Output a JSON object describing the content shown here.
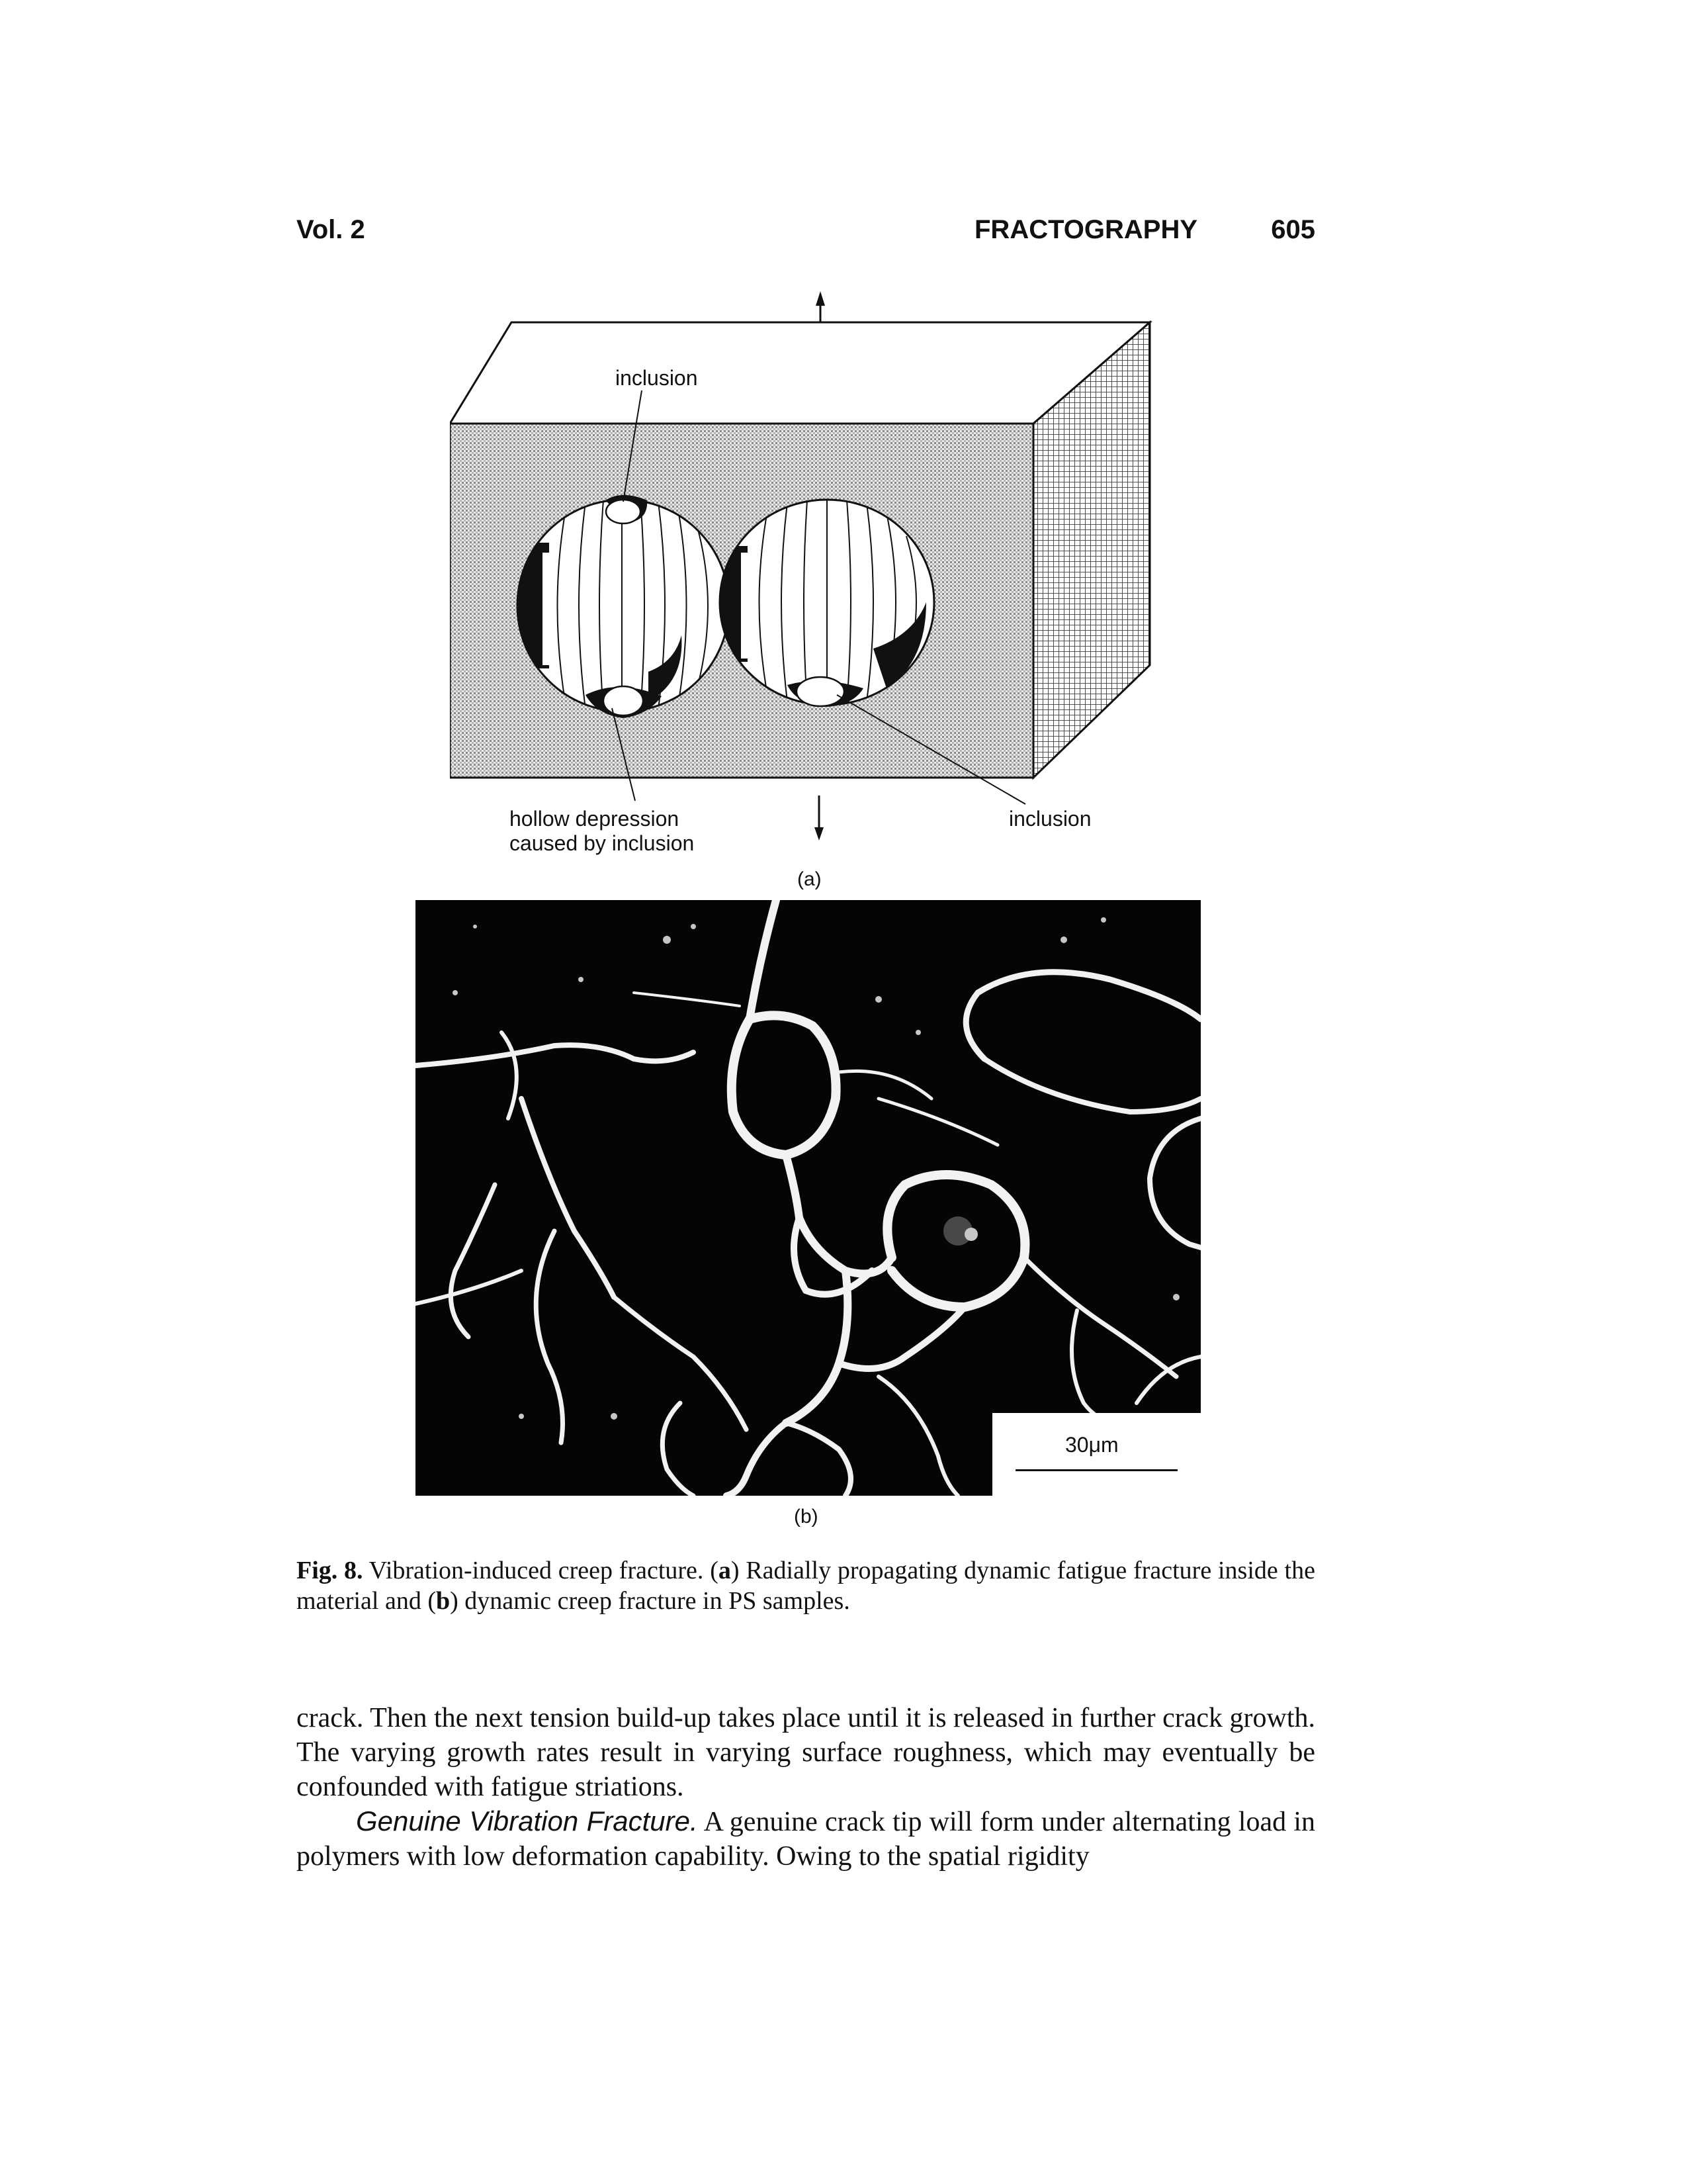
{
  "header": {
    "volume": "Vol. 2",
    "section": "FRACTOGRAPHY",
    "page": "605"
  },
  "figure": {
    "panel_a": {
      "label": "(a)",
      "callouts": {
        "inclusion_top": "inclusion",
        "hollow_depression_line1": "hollow depression",
        "hollow_depression_line2": "caused by inclusion",
        "inclusion_right": "inclusion"
      }
    },
    "panel_b": {
      "label": "(b)",
      "scale_bar": "30μm"
    },
    "caption": {
      "label": "Fig. 8.",
      "text_1": "Vibration-induced creep fracture. (",
      "a": "a",
      "text_2": ") Radially propagating dynamic fatigue fracture inside the material and (",
      "b": "b",
      "text_3": ") dynamic creep fracture in PS samples."
    }
  },
  "body": {
    "paragraph_1": "crack. Then the next tension build-up takes place until it is released in further crack growth. The varying growth rates result in varying surface roughness, which may eventually be confounded with fatigue striations.",
    "paragraph_2_heading": "Genuine Vibration Fracture.",
    "paragraph_2_text": "A genuine crack tip will form under alternating load in polymers with low deformation capability. Owing to the spatial rigidity"
  }
}
